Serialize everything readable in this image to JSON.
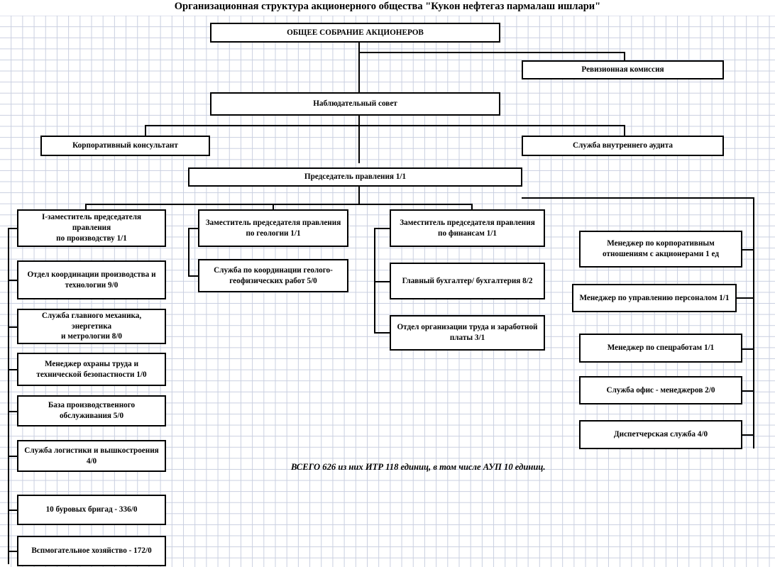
{
  "title": "Организационная структура акционерного общества \"Кукон нефтегаз пармалаш ишлари\"",
  "footer_note": "ВСЕГО 626 из них ИТР 118 единиц, в том числе АУП 10 единиц.",
  "colors": {
    "box_border": "#000000",
    "box_fill": "#ffffff",
    "connector": "#000000",
    "grid": "#c9cfe0",
    "text": "#000000"
  },
  "nodes": {
    "shareholders_meeting": "ОБЩЕЕ СОБРАНИЕ АКЦИОНЕРОВ",
    "audit_commission": "Ревизионная комиссия",
    "supervisory_board": "Наблюдательный совет",
    "corporate_consultant": "Корпоративный консультант",
    "internal_audit_service": "Служба внутреннего аудита",
    "chairman": "Председатель правления 1/1",
    "deputy_production": "I-заместитель председателя правления\nпо производству 1/1",
    "production_coordination": "Отдел координации производства и технологии 9/0",
    "chief_mechanic": "Служба главного механика, энергетика\nи метрологии 8/0",
    "labor_safety_manager": "Менеджер охраны труда и технической безопастности 1/0",
    "production_base": "База производственного обслуживания 5/0",
    "logistics_service": "Служба логистики и вышкостроения 4/0",
    "drilling_brigades": "10 буровых бригад - 336/0",
    "auxiliary_economy": "Вспмогательное хозяйство - 172/0",
    "deputy_geology": "Заместитель председателя правления по геологии 1/1",
    "geophysics_service": "Служба по координации геолого-геофизических работ 5/0",
    "deputy_finance": "Заместитель председателя правления по финансам 1/1",
    "chief_accountant": "Главный бухгалтер/ бухгалтерия 8/2",
    "labor_wage_dept": "Отдел организации труда и заработной платы 3/1",
    "corporate_relations_manager": "Менеджер по корпоративным отношениям с акционерами  1 ед",
    "hr_manager": "Менеджер по управлению персоналом 1/1",
    "special_works_manager": "Менеджер по спецработам 1/1",
    "office_managers_service": "Служба офис - менеджеров 2/0",
    "dispatch_service": "Диспетчерская служба 4/0"
  },
  "chart_data": {
    "type": "diagram",
    "diagram_kind": "org-chart",
    "title": "Организационная структура акционерного общества \"Кукон нефтегаз пармалаш ишлари\"",
    "total_note": "ВСЕГО 626 из них ИТР 118 единиц, в том числе АУП 10 единиц.",
    "totals": {
      "total_staff": 626,
      "engineering_technical_staff": 118,
      "administrative_management_staff": 10
    },
    "hierarchy": [
      {
        "id": "shareholders_meeting",
        "label": "ОБЩЕЕ СОБРАНИЕ АКЦИОНЕРОВ",
        "level": 0,
        "staff": null,
        "children": [
          "audit_commission",
          "supervisory_board"
        ]
      },
      {
        "id": "audit_commission",
        "label": "Ревизионная комиссия",
        "level": 1,
        "staff": null,
        "children": []
      },
      {
        "id": "supervisory_board",
        "label": "Наблюдательный совет",
        "level": 1,
        "staff": null,
        "children": [
          "corporate_consultant",
          "internal_audit_service",
          "chairman"
        ]
      },
      {
        "id": "corporate_consultant",
        "label": "Корпоративный консультант",
        "level": 2,
        "staff": null,
        "children": []
      },
      {
        "id": "internal_audit_service",
        "label": "Служба внутреннего аудита",
        "level": 2,
        "staff": null,
        "children": []
      },
      {
        "id": "chairman",
        "label": "Председатель правления 1/1",
        "level": 3,
        "staff": "1/1",
        "children": [
          "deputy_production",
          "deputy_geology",
          "deputy_finance",
          "corporate_relations_manager"
        ]
      },
      {
        "id": "deputy_production",
        "label": "I-заместитель председателя правления по производству 1/1",
        "level": 4,
        "staff": "1/1",
        "children": [
          "production_coordination",
          "chief_mechanic",
          "labor_safety_manager",
          "production_base",
          "logistics_service",
          "drilling_brigades",
          "auxiliary_economy"
        ]
      },
      {
        "id": "production_coordination",
        "label": "Отдел координации производства и технологии 9/0",
        "level": 5,
        "staff": "9/0",
        "children": []
      },
      {
        "id": "chief_mechanic",
        "label": "Служба главного механика, энергетика и метрологии 8/0",
        "level": 5,
        "staff": "8/0",
        "children": []
      },
      {
        "id": "labor_safety_manager",
        "label": "Менеджер охраны труда и технической безопастности 1/0",
        "level": 5,
        "staff": "1/0",
        "children": []
      },
      {
        "id": "production_base",
        "label": "База производственного обслуживания 5/0",
        "level": 5,
        "staff": "5/0",
        "children": []
      },
      {
        "id": "logistics_service",
        "label": "Служба логистики и вышкостроения 4/0",
        "level": 5,
        "staff": "4/0",
        "children": []
      },
      {
        "id": "drilling_brigades",
        "label": "10 буровых бригад - 336/0",
        "level": 5,
        "staff": "336/0",
        "children": []
      },
      {
        "id": "auxiliary_economy",
        "label": "Вспмогательное хозяйство - 172/0",
        "level": 5,
        "staff": "172/0",
        "children": []
      },
      {
        "id": "deputy_geology",
        "label": "Заместитель председателя правления по геологии 1/1",
        "level": 4,
        "staff": "1/1",
        "children": [
          "geophysics_service"
        ]
      },
      {
        "id": "geophysics_service",
        "label": "Служба по координации геолого-геофизических работ 5/0",
        "level": 5,
        "staff": "5/0",
        "children": []
      },
      {
        "id": "deputy_finance",
        "label": "Заместитель председателя правления по финансам 1/1",
        "level": 4,
        "staff": "1/1",
        "children": [
          "chief_accountant",
          "labor_wage_dept"
        ]
      },
      {
        "id": "chief_accountant",
        "label": "Главный бухгалтер/ бухгалтерия 8/2",
        "level": 5,
        "staff": "8/2",
        "children": []
      },
      {
        "id": "labor_wage_dept",
        "label": "Отдел организации труда и заработной платы 3/1",
        "level": 5,
        "staff": "3/1",
        "children": []
      },
      {
        "id": "corporate_relations_manager",
        "label": "Менеджер по корпоративным отношениям с акционерами  1 ед",
        "level": 4,
        "staff": "1 ед",
        "children": []
      },
      {
        "id": "hr_manager",
        "label": "Менеджер по управлению персоналом 1/1",
        "level": 4,
        "staff": "1/1",
        "children": []
      },
      {
        "id": "special_works_manager",
        "label": "Менеджер по спецработам 1/1",
        "level": 4,
        "staff": "1/1",
        "children": []
      },
      {
        "id": "office_managers_service",
        "label": "Служба офис - менеджеров 2/0",
        "level": 4,
        "staff": "2/0",
        "children": []
      },
      {
        "id": "dispatch_service",
        "label": "Диспетчерская служба 4/0",
        "level": 4,
        "staff": "4/0",
        "children": []
      }
    ]
  }
}
